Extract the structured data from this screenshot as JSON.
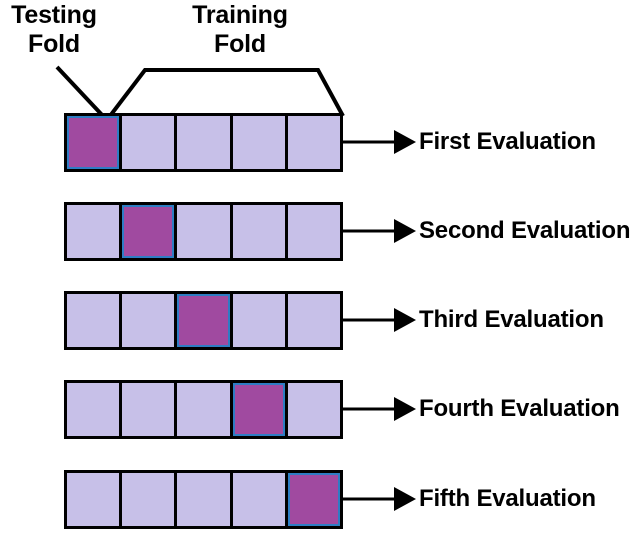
{
  "diagram": {
    "title_testing": "Testing\nFold",
    "title_training": "Training\nFold",
    "colors": {
      "testing_fill": "#a04aa0",
      "testing_border": "#2e7dc4",
      "training_fill": "#c7c0e8",
      "outline": "#000000",
      "background": "#ffffff"
    },
    "fold_count": 5,
    "cells_per_fold": 5,
    "rows": [
      {
        "label": "First Evaluation",
        "testing_index": 0,
        "cells": [
          "testing",
          "training",
          "training",
          "training",
          "training"
        ]
      },
      {
        "label": "Second Evaluation",
        "testing_index": 1,
        "cells": [
          "training",
          "testing",
          "training",
          "training",
          "training"
        ]
      },
      {
        "label": "Third Evaluation",
        "testing_index": 2,
        "cells": [
          "training",
          "training",
          "testing",
          "training",
          "training"
        ]
      },
      {
        "label": "Fourth Evaluation",
        "testing_index": 3,
        "cells": [
          "training",
          "training",
          "training",
          "testing",
          "training"
        ]
      },
      {
        "label": "Fifth Evaluation",
        "testing_index": 4,
        "cells": [
          "training",
          "training",
          "training",
          "training",
          "testing"
        ]
      }
    ]
  }
}
